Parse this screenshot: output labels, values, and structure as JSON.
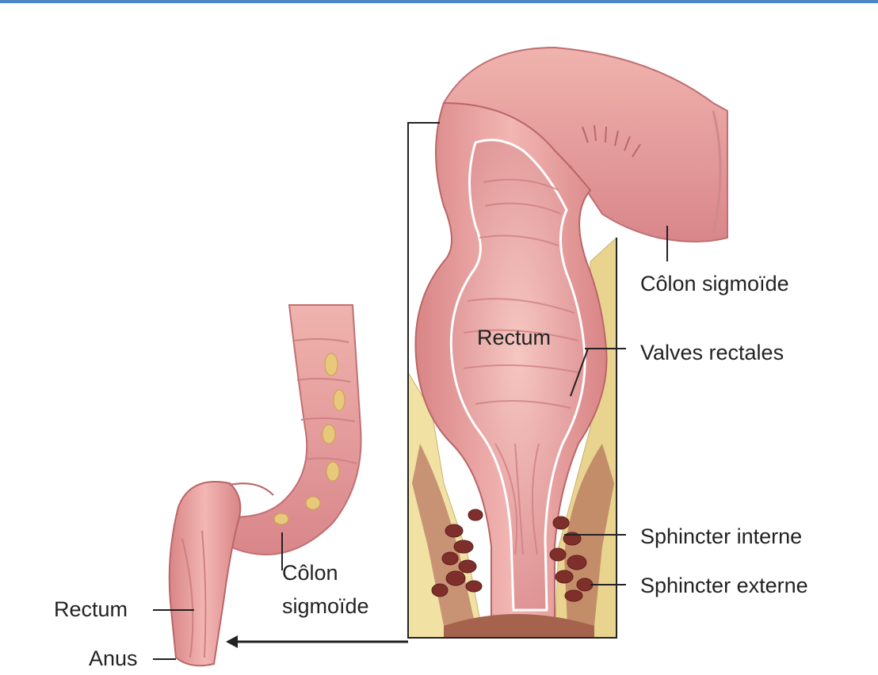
{
  "labels": {
    "colon_sigmoide_right": "Côlon sigmoïde",
    "rectum_inner": "Rectum",
    "valves_rectales": "Valves rectales",
    "sphincter_interne": "Sphincter interne",
    "sphincter_externe": "Sphincter externe",
    "colon_sigmoide_left_line1": "Côlon",
    "colon_sigmoide_left_line2": "sigmoïde",
    "rectum_left": "Rectum",
    "anus": "Anus"
  },
  "colors": {
    "accent_rule": "#4a86c5",
    "tissue": "#e99a9a",
    "tissue_dark": "#c96f72",
    "fat": "#f2e3a6",
    "muscle": "#8a3a35",
    "outline": "#222222"
  }
}
